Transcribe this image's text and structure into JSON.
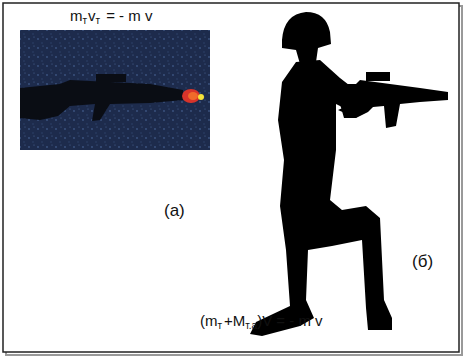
{
  "diagram": {
    "labels": [
      "m",
      "т",
      "v",
      "т",
      "= - m v",
      "(а)",
      "(б)",
      "(m",
      "т",
      "+M",
      "т.а",
      ")V = - m v"
    ]
  }
}
